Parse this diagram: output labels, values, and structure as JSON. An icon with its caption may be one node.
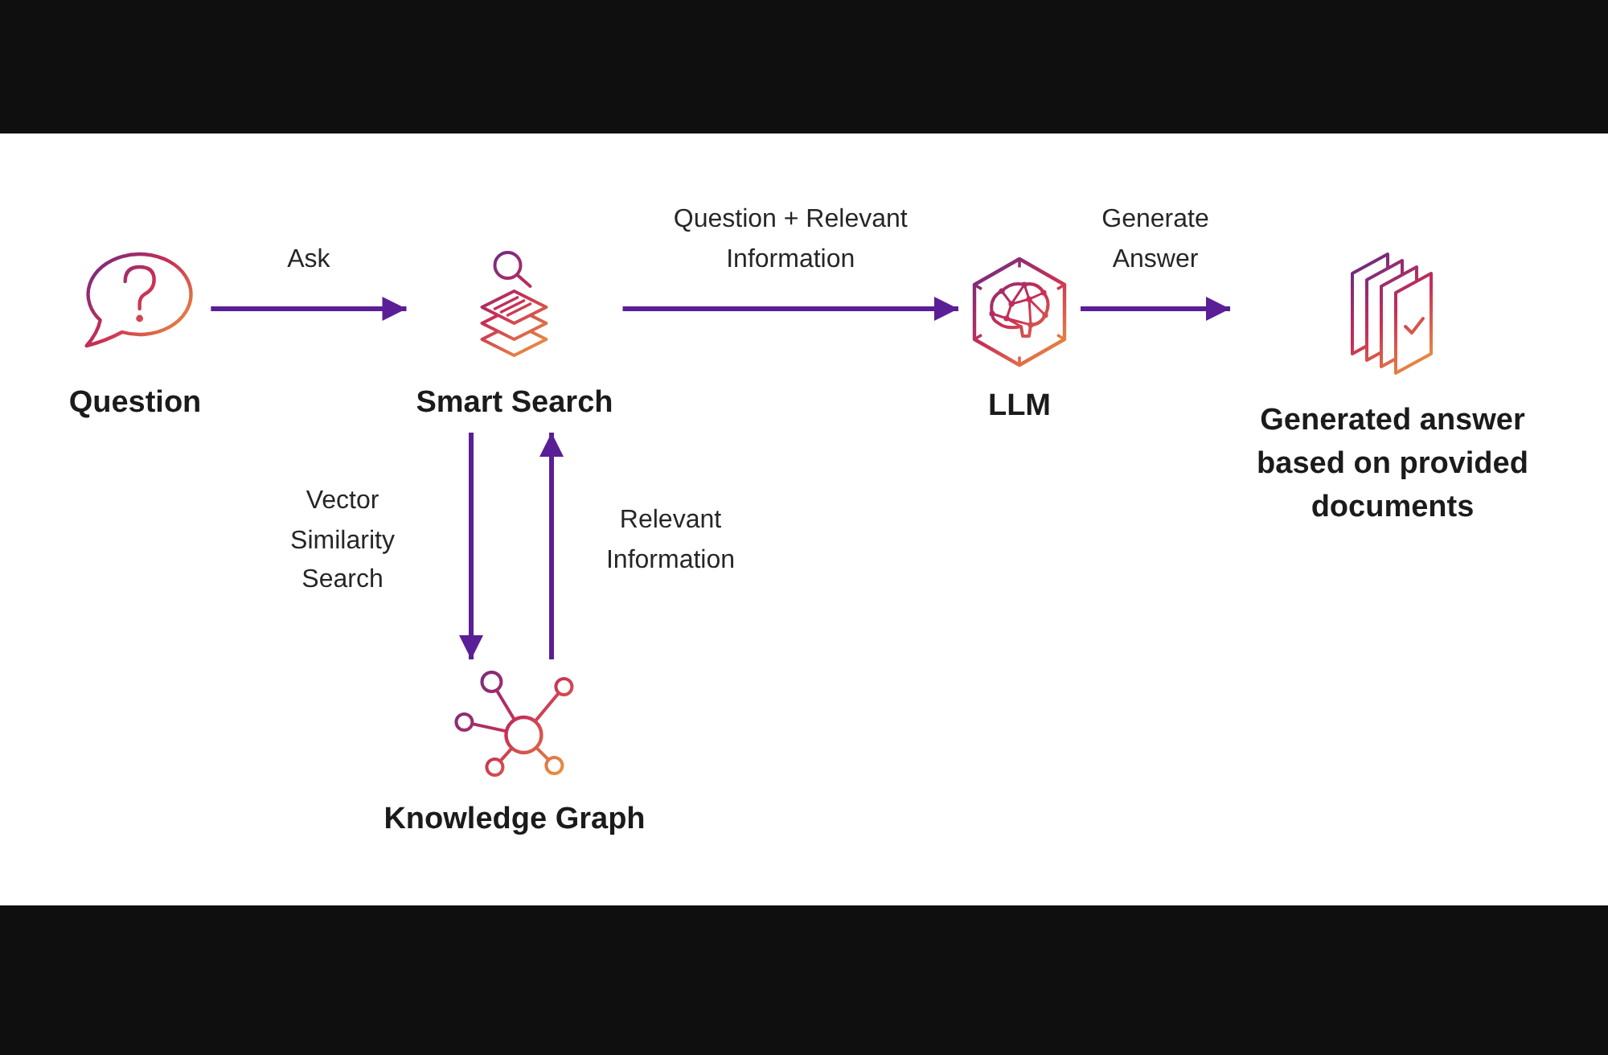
{
  "diagram": {
    "nodes": [
      {
        "text": [
          "Question"
        ]
      },
      {
        "text": [
          "Smart Search"
        ]
      },
      {
        "text": [
          "LLM"
        ]
      },
      {
        "text": [
          "Generated answer based on provided documents"
        ]
      },
      {
        "text": [
          "Knowledge Graph"
        ]
      }
    ],
    "edges": [
      {
        "from": 0,
        "to": 1,
        "arrow": "to",
        "label": "Ask"
      },
      {
        "from": 1,
        "to": 2,
        "arrow": "to",
        "label": "Question + Relevant Information"
      },
      {
        "from": 2,
        "to": 3,
        "arrow": "to",
        "label": "Generate Answer"
      },
      {
        "from": 1,
        "to": 4,
        "arrow": "to",
        "label": "Vector Similarity Search"
      },
      {
        "from": 4,
        "to": 1,
        "arrow": "to",
        "label": "Relevant Information"
      }
    ]
  }
}
